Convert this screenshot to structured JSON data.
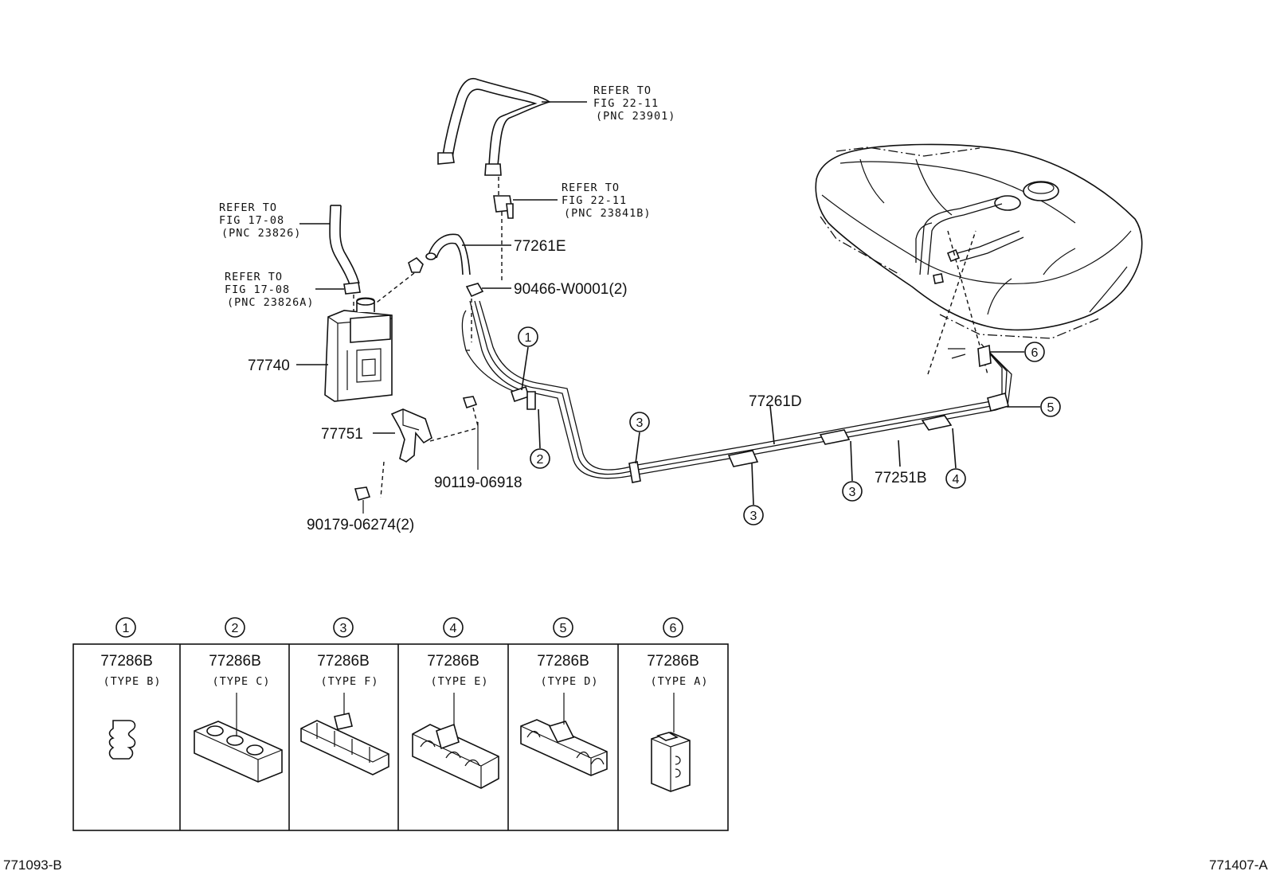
{
  "refs": [
    {
      "l1": "REFER TO",
      "l2": "FIG 22-11",
      "l3": "(PNC 23901)"
    },
    {
      "l1": "REFER TO",
      "l2": "FIG 22-11",
      "l3": "(PNC 23841B)"
    },
    {
      "l1": "REFER TO",
      "l2": "FIG 17-08",
      "l3": "(PNC 23826)"
    },
    {
      "l1": "REFER TO",
      "l2": "FIG 17-08",
      "l3": "(PNC 23826A)"
    }
  ],
  "parts": {
    "p77261E": "77261E",
    "p90466": "90466-W0001(2)",
    "p77740": "77740",
    "p77751": "77751",
    "p90119": "90119-06918",
    "p90179": "90179-06274(2)",
    "p77261D": "77261D",
    "p77251B": "77251B"
  },
  "callouts": [
    "1",
    "2",
    "3",
    "4",
    "5",
    "6"
  ],
  "clamps": [
    {
      "num": "1",
      "part": "77286B",
      "type": "(TYPE B)"
    },
    {
      "num": "2",
      "part": "77286B",
      "type": "(TYPE C)"
    },
    {
      "num": "3",
      "part": "77286B",
      "type": "(TYPE F)"
    },
    {
      "num": "4",
      "part": "77286B",
      "type": "(TYPE E)"
    },
    {
      "num": "5",
      "part": "77286B",
      "type": "(TYPE D)"
    },
    {
      "num": "6",
      "part": "77286B",
      "type": "(TYPE A)"
    }
  ],
  "footer": {
    "left": "771093-B",
    "right": "771407-A"
  }
}
